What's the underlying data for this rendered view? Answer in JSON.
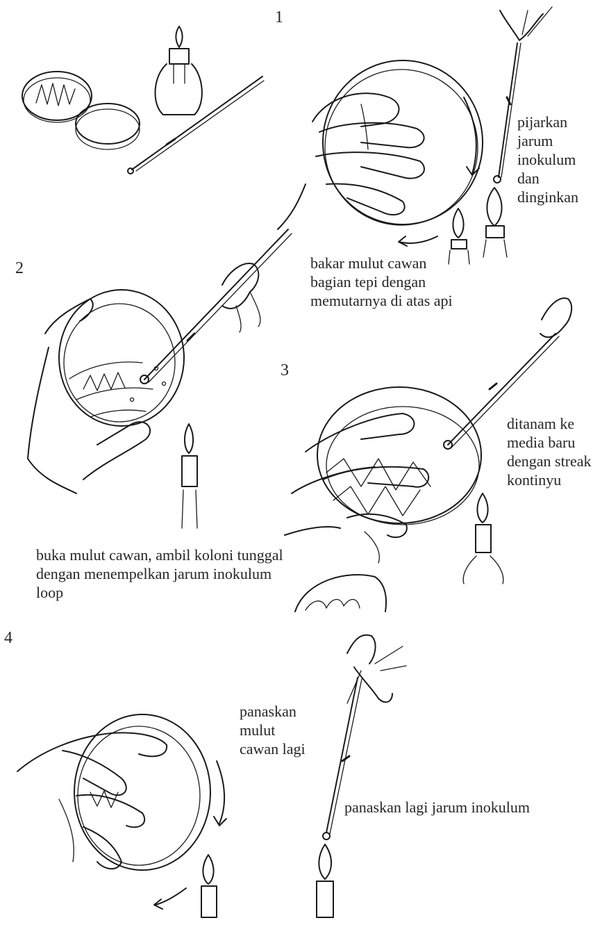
{
  "steps": {
    "s1": "1",
    "s2": "2",
    "s3": "3",
    "s4": "4"
  },
  "captions": {
    "heat_needle": "pijarkan\njarum\ninokulum dan\ndinginkan",
    "burn_mouth": "bakar mulut cawan\nbagian tepi dengan\nmemutarnya di atas api",
    "open_plate": "buka mulut cawan, ambil koloni tunggal\ndengan menempelkan jarum inokulum\nloop",
    "streak": "ditanam ke\nmedia baru\ndengan streak\nkontinyu",
    "heat_mouth_again": "panaskan\nmulut\ncawan lagi",
    "heat_needle_again": "panaskan lagi jarum inokulum"
  }
}
